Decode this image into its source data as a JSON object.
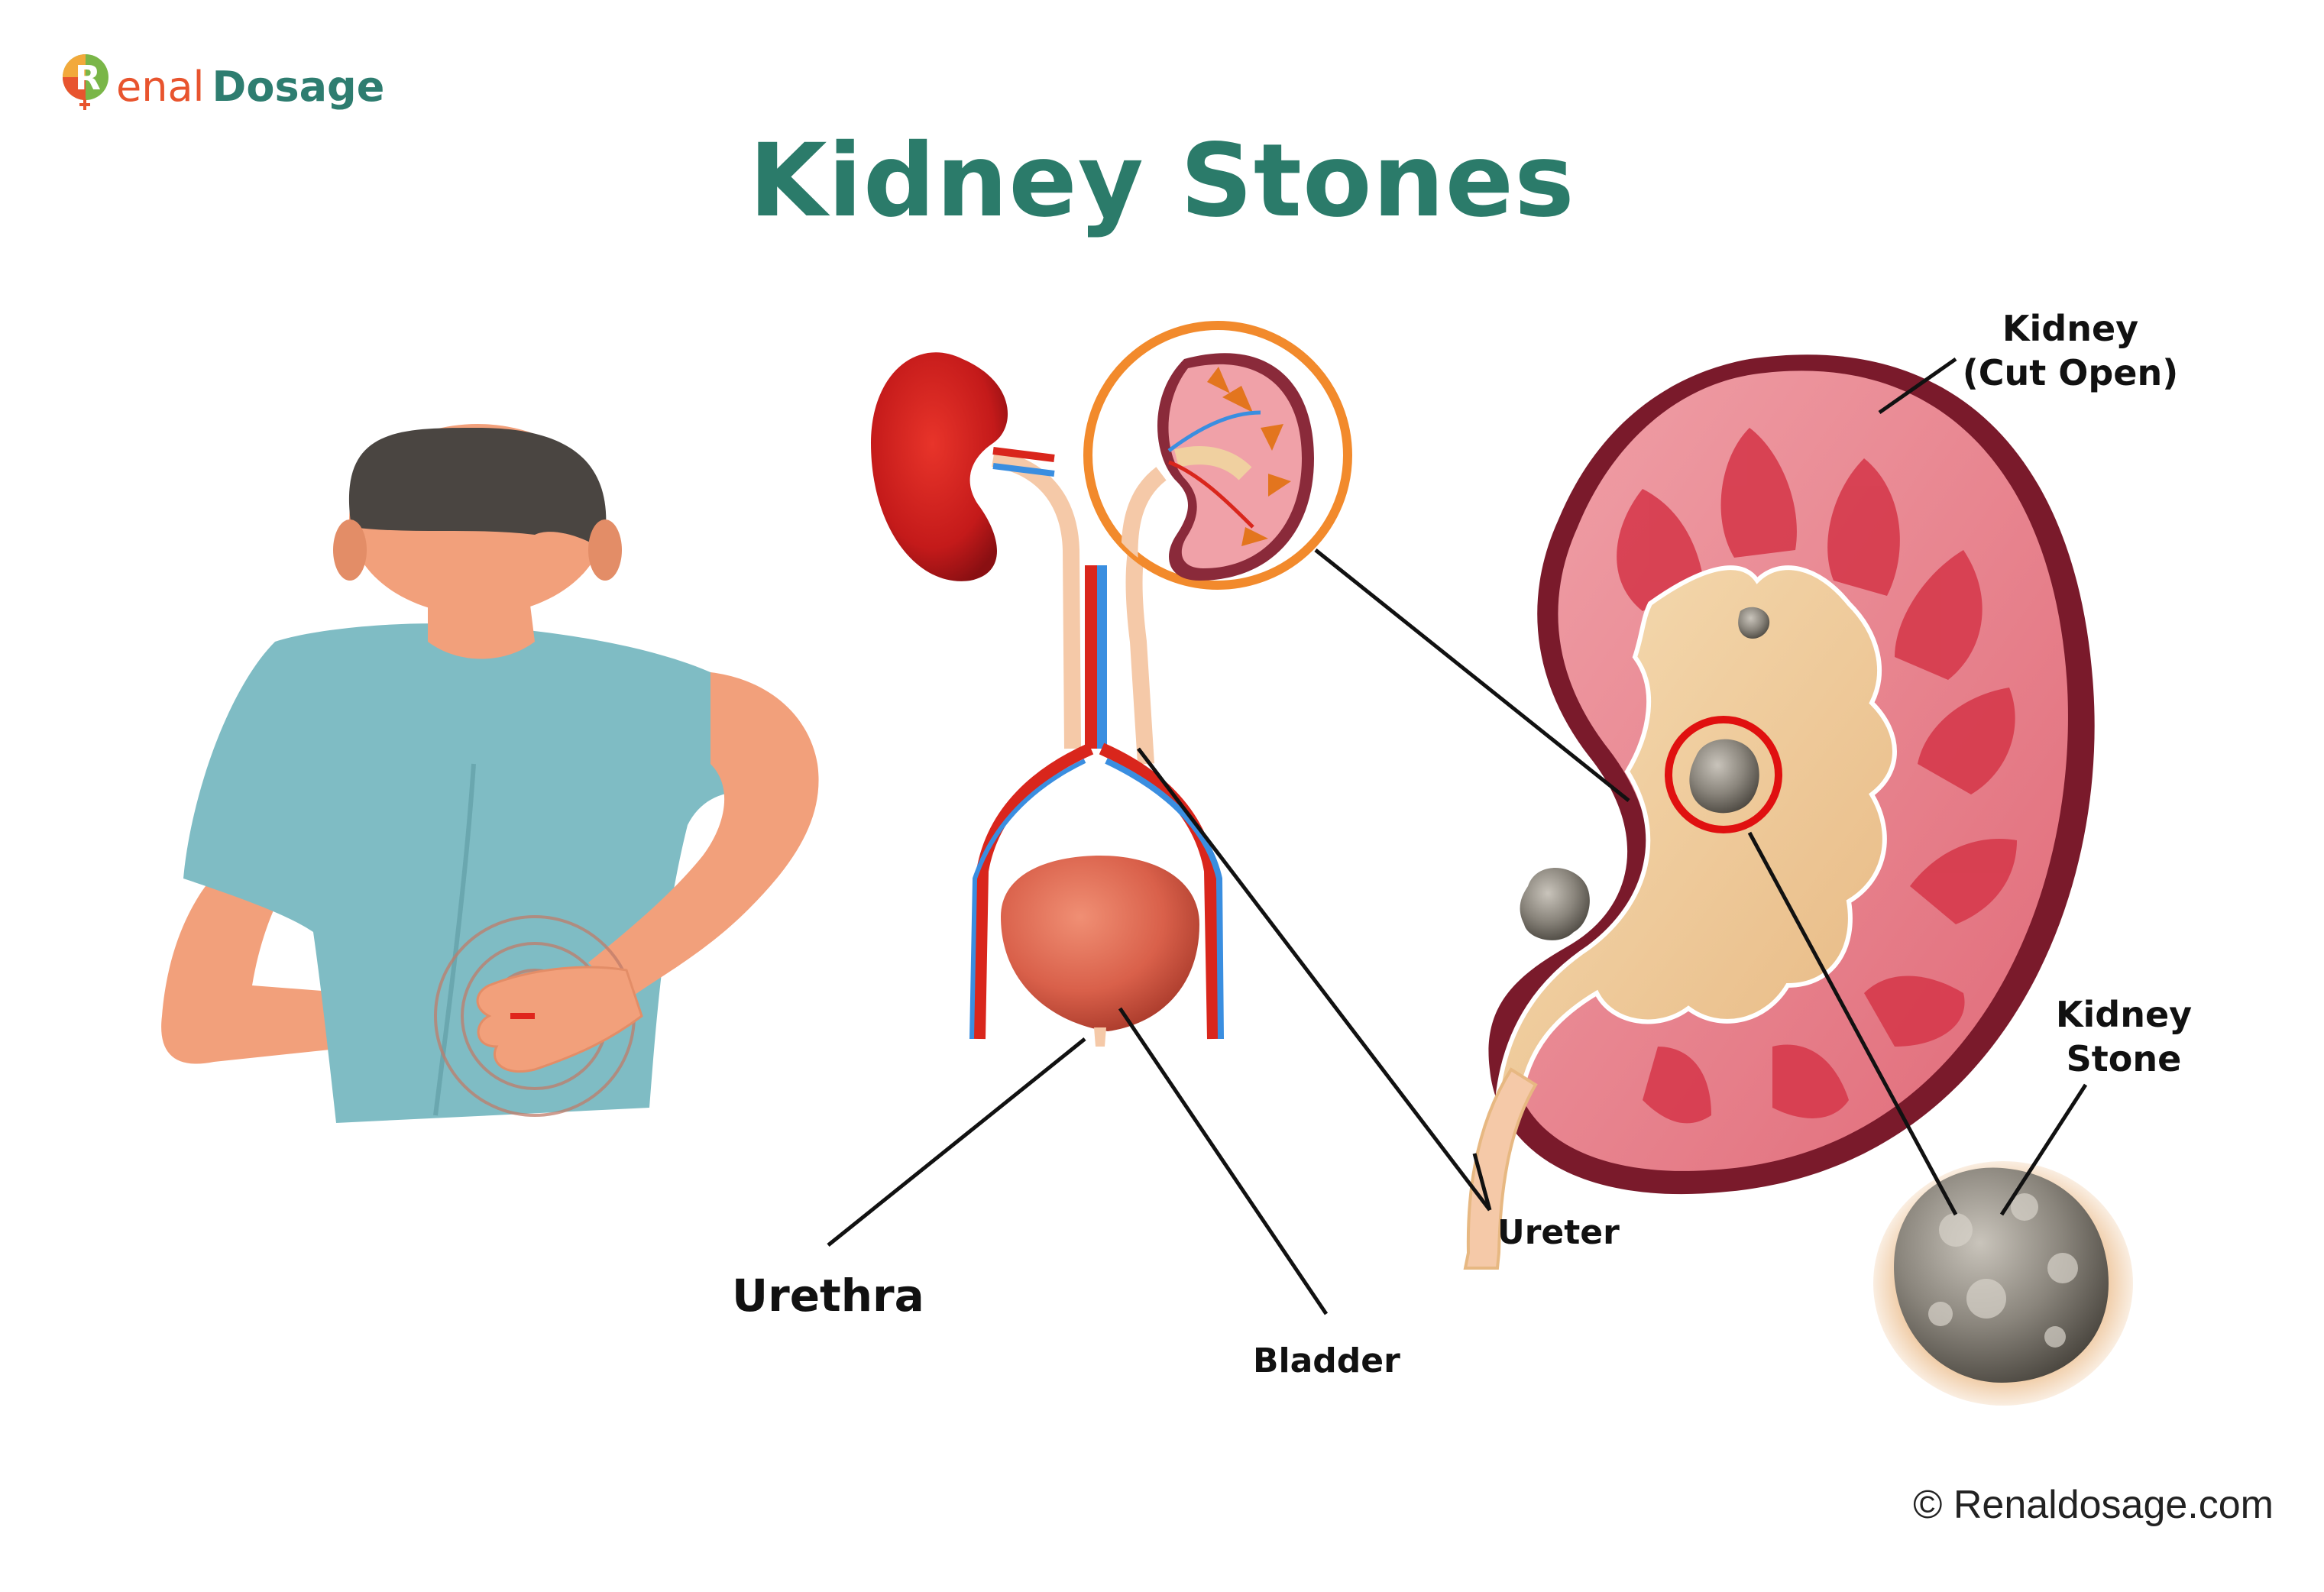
{
  "brand": {
    "logo_letter": "R",
    "logo_word1": "enal",
    "logo_word2": "Dosage"
  },
  "title": "Kidney Stones",
  "labels": {
    "kidney_cut_open_line1": "Kidney",
    "kidney_cut_open_line2": "(Cut Open)",
    "kidney_stone_line1": "Kidney",
    "kidney_stone_line2": "Stone",
    "ureter": "Ureter",
    "urethra": "Urethra",
    "bladder": "Bladder"
  },
  "copyright": "© Renaldosage.com",
  "colors": {
    "title": "#2b7b6a",
    "logo_orange": "#e8542e",
    "logo_green": "#2e7d70",
    "shirt": "#7fbcc4",
    "skin": "#f2a07b",
    "hair": "#4a4541",
    "kidney_red": "#c41a1a",
    "kidney_outer": "#7a1a2b",
    "kidney_pink": "#e87e8a",
    "kidney_medulla": "#d63a4c",
    "pelvis": "#f0d0a0",
    "ureter": "#f5c9a8",
    "bladder": "#d9604a",
    "artery": "#d9261c",
    "vein": "#3a8ee0",
    "highlight_circle": "#f28a2c",
    "stone_circle": "#e01010",
    "stone": "#8a857c",
    "leader_line": "#111111"
  }
}
